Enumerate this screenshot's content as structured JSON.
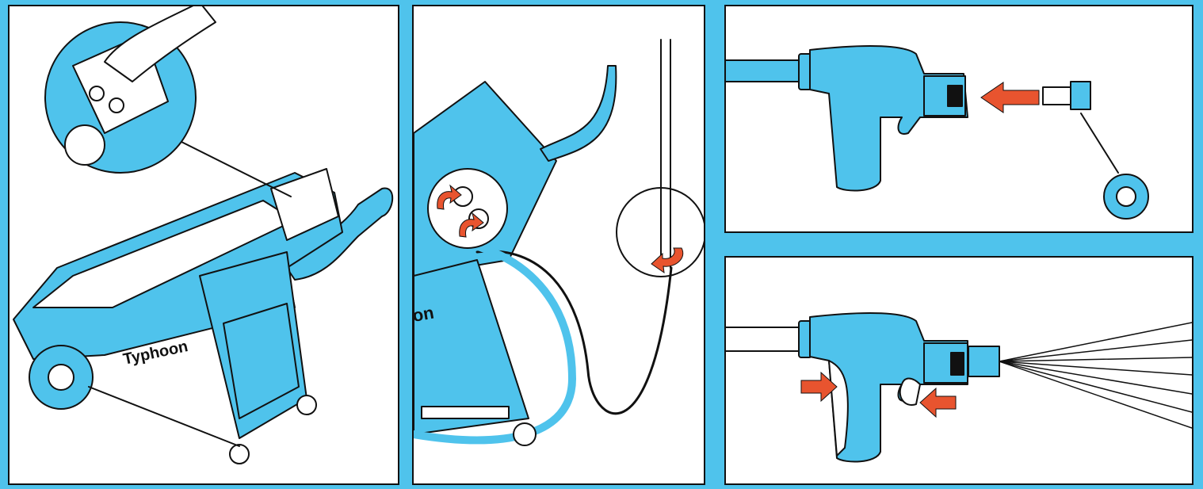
{
  "colors": {
    "background": "#4fc3ec",
    "machine_fill": "#4fc3ec",
    "outline": "#111111",
    "arrow": "#e8542f",
    "panel": "#ffffff"
  },
  "panels": [
    {
      "name": "machine-overview",
      "brand_label": "Typhoon"
    },
    {
      "name": "hose-and-valves",
      "partial_label": "on"
    },
    {
      "name": "nozzle-attachment"
    },
    {
      "name": "trigger-operation"
    }
  ],
  "icons": [
    "hand-icon",
    "control-panel-icon",
    "rotate-arrow-icon",
    "arrow-left-icon",
    "arrow-right-icon",
    "nozzle-icon",
    "wheel-icon",
    "spray-icon"
  ]
}
